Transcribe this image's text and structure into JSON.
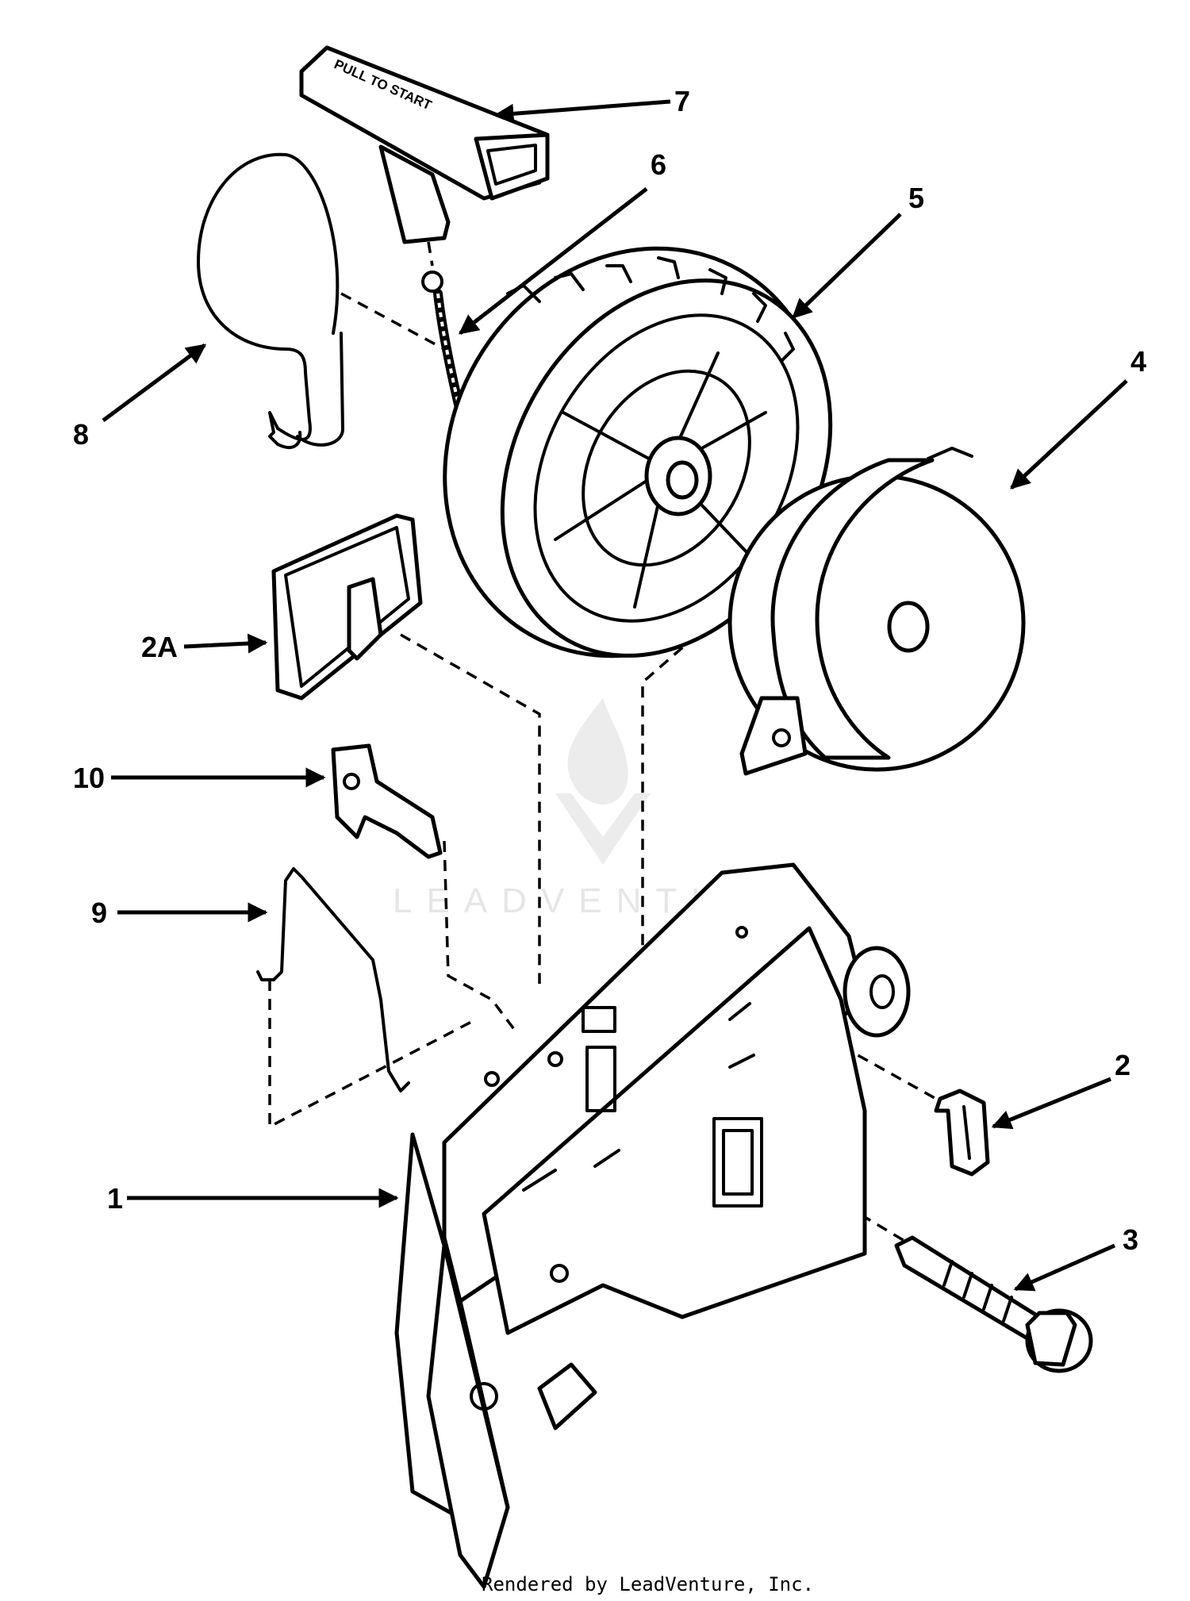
{
  "diagram": {
    "handle_text": "PULL TO START",
    "watermark_text": "LEADVENTURE",
    "credit": "Rendered by LeadVenture, Inc.",
    "colors": {
      "ink": "#000000",
      "paper": "#ffffff",
      "watermark": "#e6e6e6"
    }
  },
  "callouts": [
    {
      "id": "1",
      "label": "1"
    },
    {
      "id": "2",
      "label": "2"
    },
    {
      "id": "2A",
      "label": "2A"
    },
    {
      "id": "3",
      "label": "3"
    },
    {
      "id": "4",
      "label": "4"
    },
    {
      "id": "5",
      "label": "5"
    },
    {
      "id": "6",
      "label": "6"
    },
    {
      "id": "7",
      "label": "7"
    },
    {
      "id": "8",
      "label": "8"
    },
    {
      "id": "9",
      "label": "9"
    },
    {
      "id": "10",
      "label": "10"
    }
  ]
}
